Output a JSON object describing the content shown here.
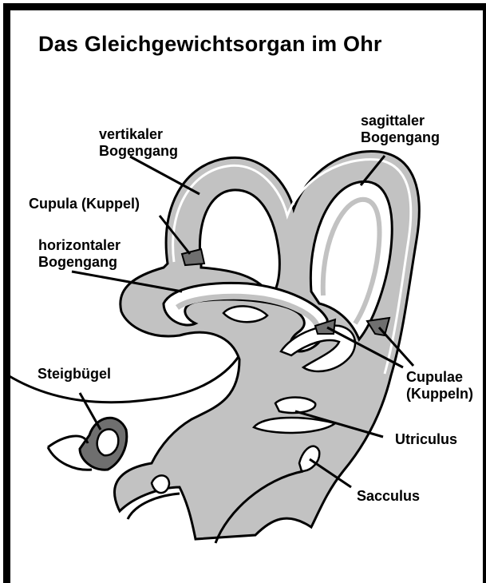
{
  "title": "Das Gleichgewichtsorgan im Ohr",
  "labels": {
    "vertikaler": [
      "vertikaler",
      "Bogengang"
    ],
    "sagittaler": [
      "sagittaler",
      "Bogengang"
    ],
    "cupula": "Cupula (Kuppel)",
    "horizontaler": [
      "horizontaler",
      "Bogengang"
    ],
    "steigbuegel": "Steigbügel",
    "cupulae": [
      "Cupulae",
      "(Kuppeln)"
    ],
    "utriculus": "Utriculus",
    "sacculus": "Sacculus"
  },
  "colors": {
    "canal_fill": "#c2c2c2",
    "cupula_fill": "#6f6f6f",
    "outline": "#000000",
    "background": "#ffffff"
  }
}
